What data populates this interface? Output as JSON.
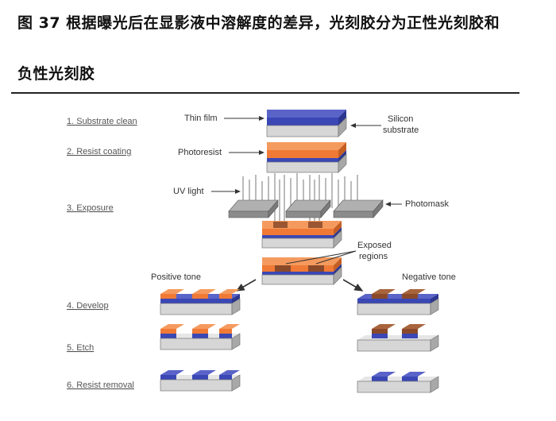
{
  "title": {
    "line1": "图 37 根据曝光后在显影液中溶解度的差异，光刻胶分为正性光刻胶和",
    "line2": "负性光刻胶"
  },
  "steps": [
    "1. Substrate clean",
    "2. Resist coating",
    "3. Exposure",
    "4. Develop",
    "5. Etch",
    "6. Resist removal"
  ],
  "labels": {
    "thin_film": "Thin film",
    "silicon_substrate_1": "Silicon",
    "silicon_substrate_2": "substrate",
    "photoresist": "Photoresist",
    "uv_light": "UV light",
    "photomask": "Photomask",
    "exposed_1": "Exposed",
    "exposed_2": "regions",
    "positive_tone": "Positive tone",
    "negative_tone": "Negative tone"
  },
  "colors": {
    "substrate": "#d6d6d6",
    "thin_film": "#3a47b5",
    "photoresist": "#f07a35",
    "exposed": "#8a4a2a",
    "photomask": "#909090",
    "rule": "#222222"
  }
}
